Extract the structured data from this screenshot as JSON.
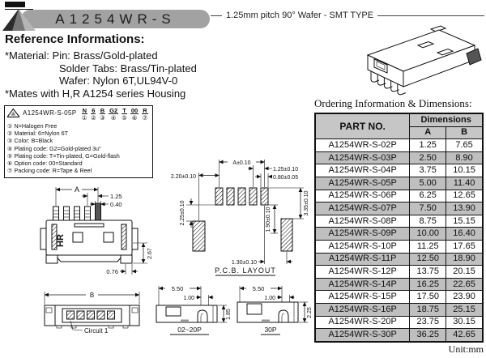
{
  "header": {
    "model": "A1254WR-S",
    "subtitle": "1.25mm pitch 90° Wafer - SMT TYPE"
  },
  "reference": {
    "title": "Reference Informations:",
    "line1": "*Material: Pin: Brass/Gold-plated",
    "line2": "Solder Tabs: Brass/Tin-plated",
    "line3": "Wafer: Nylon 6T,UL94V-0",
    "line4": "*Mates with H,R A1254 series Housing"
  },
  "ordering_box": {
    "part_example": "A1254WR-S-05P",
    "codes": [
      {
        "code": "N",
        "num": "①"
      },
      {
        "code": "6",
        "num": "②"
      },
      {
        "code": "B",
        "num": "③"
      },
      {
        "code": "G2",
        "num": "④"
      },
      {
        "code": "T",
        "num": "⑤"
      },
      {
        "code": "00",
        "num": "⑥"
      },
      {
        "code": "R",
        "num": "⑦"
      }
    ],
    "notes": [
      {
        "num": "①",
        "text": "N=Halogen Free"
      },
      {
        "num": "②",
        "text": "Material: 6=Nylon 6T"
      },
      {
        "num": "③",
        "text": "Color: B=Black"
      },
      {
        "num": "④",
        "text": "Plating code: G2=Gold-plated 3u\""
      },
      {
        "num": "⑤",
        "text": "Plating code: T=Tin-plated, G=Gold-flash"
      },
      {
        "num": "⑥",
        "text": "Option code: 00=Standard"
      },
      {
        "num": "⑦",
        "text": "Packing code: R=Tape & Reel"
      }
    ]
  },
  "table": {
    "title": "Ordering Information & Dimensions:",
    "part_header": "PART NO.",
    "dims_header": "Dimensions",
    "col_a": "A",
    "col_b": "B",
    "unit": "Unit:mm",
    "rows": [
      {
        "part": "A1254WR-S-02P",
        "a": "1.25",
        "b": "7.65"
      },
      {
        "part": "A1254WR-S-03P",
        "a": "2.50",
        "b": "8.90"
      },
      {
        "part": "A1254WR-S-04P",
        "a": "3.75",
        "b": "10.15"
      },
      {
        "part": "A1254WR-S-05P",
        "a": "5.00",
        "b": "11.40"
      },
      {
        "part": "A1254WR-S-06P",
        "a": "6.25",
        "b": "12.65"
      },
      {
        "part": "A1254WR-S-07P",
        "a": "7.50",
        "b": "13.90"
      },
      {
        "part": "A1254WR-S-08P",
        "a": "8.75",
        "b": "15.15"
      },
      {
        "part": "A1254WR-S-09P",
        "a": "10.00",
        "b": "16.40"
      },
      {
        "part": "A1254WR-S-10P",
        "a": "11.25",
        "b": "17.65"
      },
      {
        "part": "A1254WR-S-11P",
        "a": "12.50",
        "b": "18.90"
      },
      {
        "part": "A1254WR-S-12P",
        "a": "13.75",
        "b": "20.15"
      },
      {
        "part": "A1254WR-S-14P",
        "a": "16.25",
        "b": "22.65"
      },
      {
        "part": "A1254WR-S-15P",
        "a": "17.50",
        "b": "23.90"
      },
      {
        "part": "A1254WR-S-16P",
        "a": "18.75",
        "b": "25.15"
      },
      {
        "part": "A1254WR-S-20P",
        "a": "23.75",
        "b": "30.15"
      },
      {
        "part": "A1254WR-S-30P",
        "a": "36.25",
        "b": "42.65"
      }
    ]
  },
  "drawings": {
    "front": {
      "dim_a": "A",
      "dim_pitch": "1.25",
      "dim_pin": "0.40",
      "dim_h": "2.67",
      "dim_foot": "0.76",
      "logo": "HR"
    },
    "pcb": {
      "label": "P.C.B. LAYOUT",
      "dim_a": "A±0.10",
      "dim_back": "2.20±0.10",
      "dim_pitch": "1.25±0.10",
      "dim_pad_w": "0.80±0.05",
      "dim_left_v": "2.25±0.10",
      "dim_right_v": "3.35±0.10",
      "dim_mid_v": "1.90±0.10",
      "dim_offset": "1.30±0.10"
    },
    "bottom": {
      "dim_b": "B",
      "circuit": "Circuit 1"
    },
    "side_small": {
      "dim_w": "5.50",
      "dim_inner": "1.00",
      "dim_h": "1.85",
      "label": "02~20P"
    },
    "side_big": {
      "dim_w": "5.50",
      "dim_inner": "1.00",
      "dim_h": "2.25",
      "label": "30P"
    }
  }
}
